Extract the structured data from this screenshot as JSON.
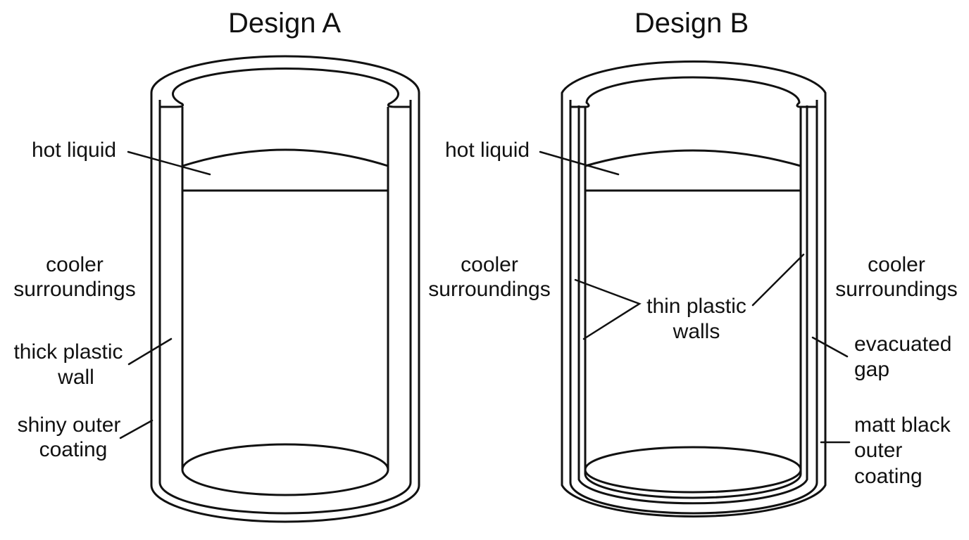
{
  "design_a": {
    "title": "Design A",
    "labels": {
      "hot_liquid": "hot liquid",
      "cooler_surroundings_1": "cooler",
      "cooler_surroundings_2": "surroundings",
      "wall_1": "thick plastic",
      "wall_2": "wall",
      "coating_1": "shiny outer",
      "coating_2": "coating"
    }
  },
  "design_b": {
    "title": "Design B",
    "labels": {
      "hot_liquid": "hot liquid",
      "cooler_left_1": "cooler",
      "cooler_left_2": "surroundings",
      "walls_1": "thin plastic",
      "walls_2": "walls",
      "cooler_right_1": "cooler",
      "cooler_right_2": "surroundings",
      "gap_1": "evacuated",
      "gap_2": "gap",
      "coating_1": "matt black",
      "coating_2": "outer",
      "coating_3": "coating"
    }
  },
  "colors": {
    "line": "#111111",
    "background": "#ffffff"
  }
}
